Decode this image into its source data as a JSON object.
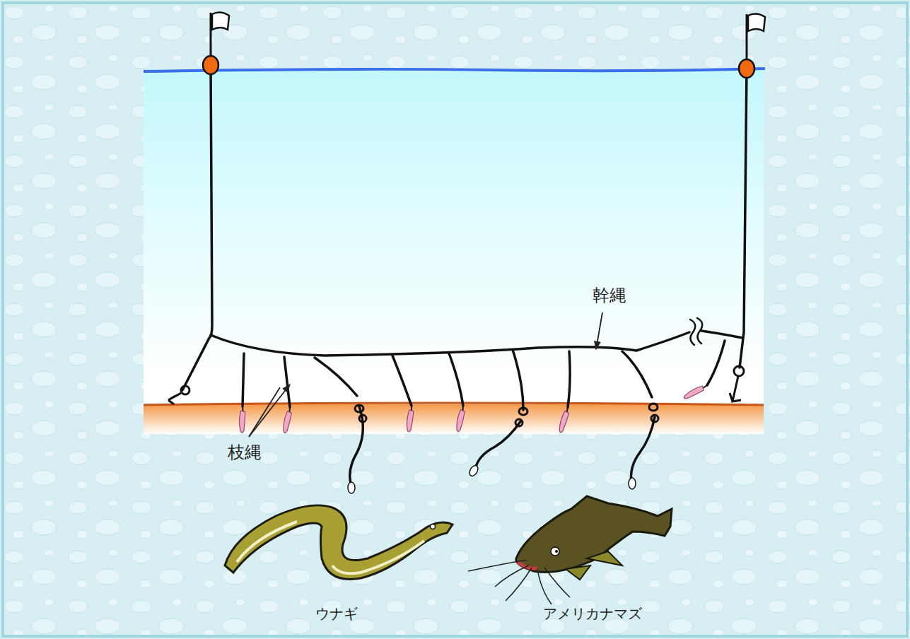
{
  "diagram": {
    "labels": [
      "幹縄",
      "枝縄",
      "ウナギ",
      "アメリカナマズ"
    ]
  }
}
